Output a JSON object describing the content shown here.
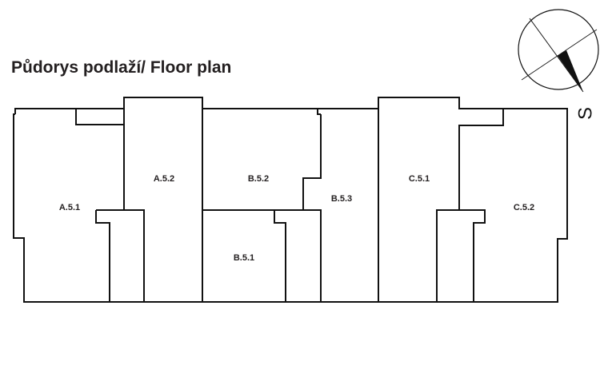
{
  "title": "Půdorys podlaží/ Floor plan",
  "compass": {
    "label": "S"
  },
  "units": [
    {
      "id": "A.5.1",
      "highlighted": false
    },
    {
      "id": "A.5.2",
      "highlighted": false
    },
    {
      "id": "B.5.2",
      "highlighted": false
    },
    {
      "id": "B.5.1",
      "highlighted": false
    },
    {
      "id": "B.5.3",
      "highlighted": false
    },
    {
      "id": "C.5.1",
      "highlighted": true
    },
    {
      "id": "C.5.2",
      "highlighted": false
    }
  ],
  "colors": {
    "highlight": "#d1d2d4",
    "wall": "#111111"
  }
}
